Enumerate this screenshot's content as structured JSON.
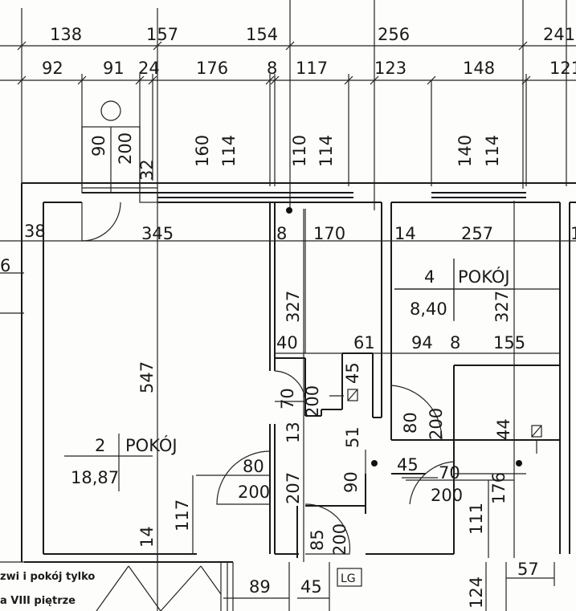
{
  "dimensions": {
    "top_row1": [
      "138",
      "157",
      "154",
      "256",
      "241"
    ],
    "top_row2": [
      "92",
      "91",
      "24",
      "176",
      "8",
      "117",
      "123",
      "148",
      "121"
    ],
    "window_heights": [
      {
        "h": "90",
        "w": "200"
      },
      {
        "h": "160",
        "w": "114"
      },
      {
        "h": "110",
        "w": "114"
      },
      {
        "h": "140",
        "w": "114"
      }
    ],
    "misc": {
      "d32": "32",
      "d38": "38",
      "d345": "345",
      "d8a": "8",
      "d170": "170",
      "d14a": "14",
      "d257": "257",
      "d6": "6",
      "d1": "1",
      "d547": "547",
      "d327a": "327",
      "d327b": "327",
      "d40": "40",
      "d61": "61",
      "d94": "94",
      "d8b": "8",
      "d155": "155",
      "d45a": "45",
      "d70a": "70",
      "d200a": "200",
      "d13": "13",
      "d51": "51",
      "d80a": "80",
      "d200b": "200",
      "d44": "44",
      "d45b": "45",
      "d90": "90",
      "d70b": "70",
      "d200c": "200",
      "d80b": "80",
      "d200d": "200",
      "d207": "207",
      "d176": "176",
      "d117": "117",
      "d111": "111",
      "d14b": "14",
      "d85": "85",
      "d200e": "200",
      "d89": "89",
      "d45c": "45",
      "d57": "57",
      "d124": "124"
    }
  },
  "rooms": [
    {
      "number": "2",
      "name": "POKÓJ",
      "area": "18,87"
    },
    {
      "number": "4",
      "name": "POKÓJ",
      "area": "8,40"
    }
  ],
  "fixtures": {
    "lg": "LG"
  },
  "notes": {
    "line1": "zwi i pokój tylko",
    "line2": "a VIII piętrze"
  }
}
